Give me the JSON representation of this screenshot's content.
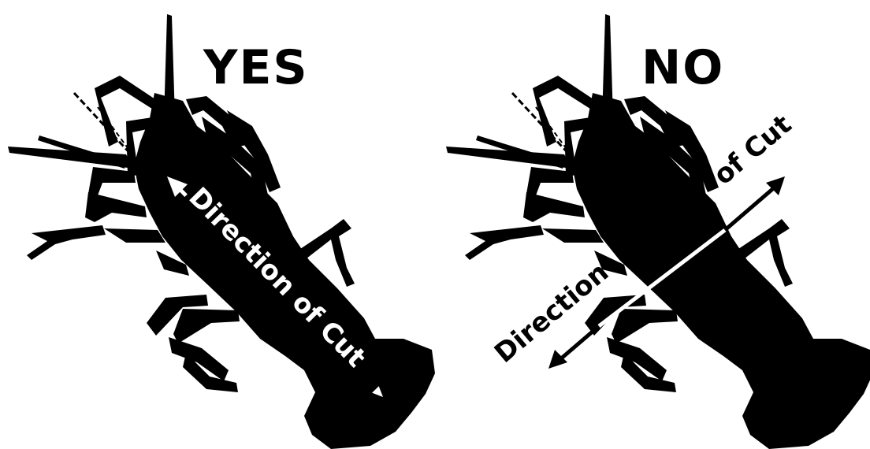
{
  "colors": {
    "silhouette": "#000000",
    "background": "#ffffff"
  },
  "panels": [
    {
      "heading": "YES",
      "cut_label": "Direction of Cut"
    },
    {
      "heading": "NO",
      "cut_label_part1": "Direction",
      "cut_label_part2": "of Cut"
    }
  ]
}
